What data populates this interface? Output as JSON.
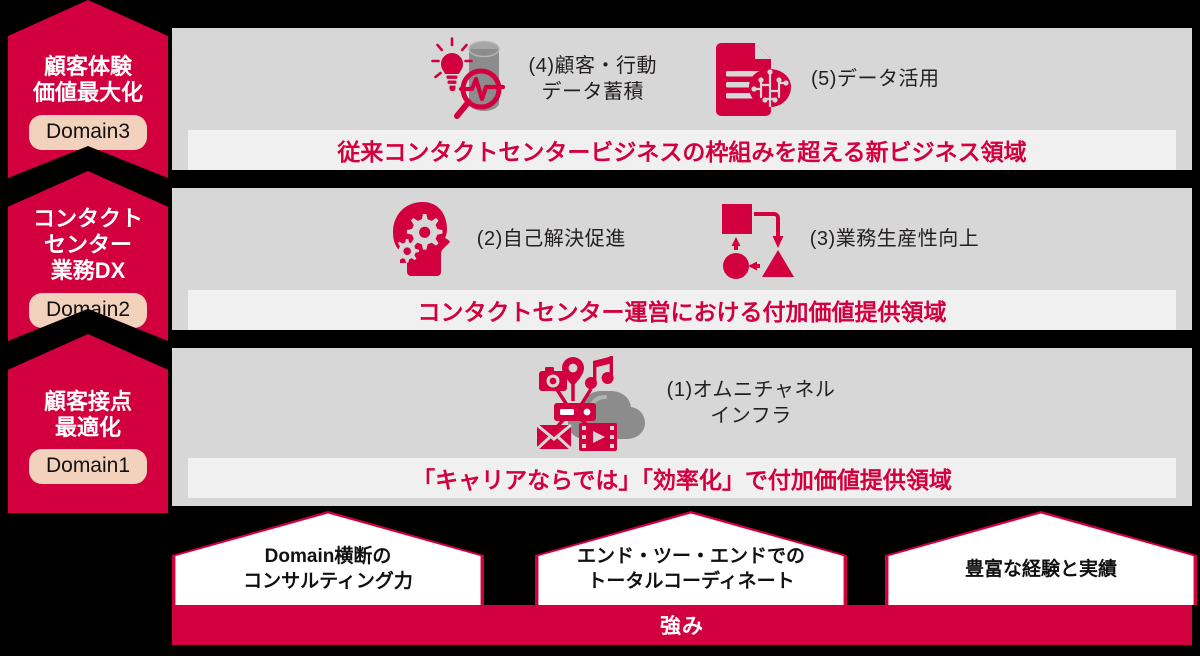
{
  "accent": {
    "crimson": "#d3003f",
    "panel_gray": "#d7d7d7",
    "banner_gray": "#f0f0f0",
    "badge_peach": "#f2d2bd",
    "icon_gray": "#8c8c8c",
    "background": "#000000"
  },
  "domains": [
    {
      "id": "domain3",
      "title": "顧客体験\n価値最大化",
      "badge": "Domain3"
    },
    {
      "id": "domain2",
      "title": "コンタクト\nセンター\n業務DX",
      "badge": "Domain2"
    },
    {
      "id": "domain1",
      "title": "顧客接点\n最適化",
      "badge": "Domain1"
    }
  ],
  "rows": [
    {
      "id": "row3",
      "items": [
        {
          "icon": "database-insight-icon",
          "label": "(4)顧客・行動\nデータ蓄積"
        },
        {
          "icon": "document-ai-brain-icon",
          "label": "(5)データ活用"
        }
      ],
      "banner": "従来コンタクトセンタービジネスの枠組みを超える新ビジネス領域"
    },
    {
      "id": "row2",
      "items": [
        {
          "icon": "head-gears-icon",
          "label": "(2)自己解決促進"
        },
        {
          "icon": "flowchart-icon",
          "label": "(3)業務生産性向上"
        }
      ],
      "banner": "コンタクトセンター運営における付加価値提供領域"
    },
    {
      "id": "row1",
      "items": [
        {
          "icon": "omnichannel-cloud-icon",
          "label": "(1)オムニチャネル\nインフラ"
        }
      ],
      "banner": "「キャリアならでは」「効率化」で付加価値提供領域"
    }
  ],
  "strengths": {
    "houses": [
      {
        "id": "house1",
        "text": "Domain横断の\nコンサルティング力"
      },
      {
        "id": "house2",
        "text": "エンド・ツー・エンドでの\nトータルコーディネート"
      },
      {
        "id": "house3",
        "text": "豊富な経験と実績"
      }
    ],
    "bar_label": "強み"
  }
}
